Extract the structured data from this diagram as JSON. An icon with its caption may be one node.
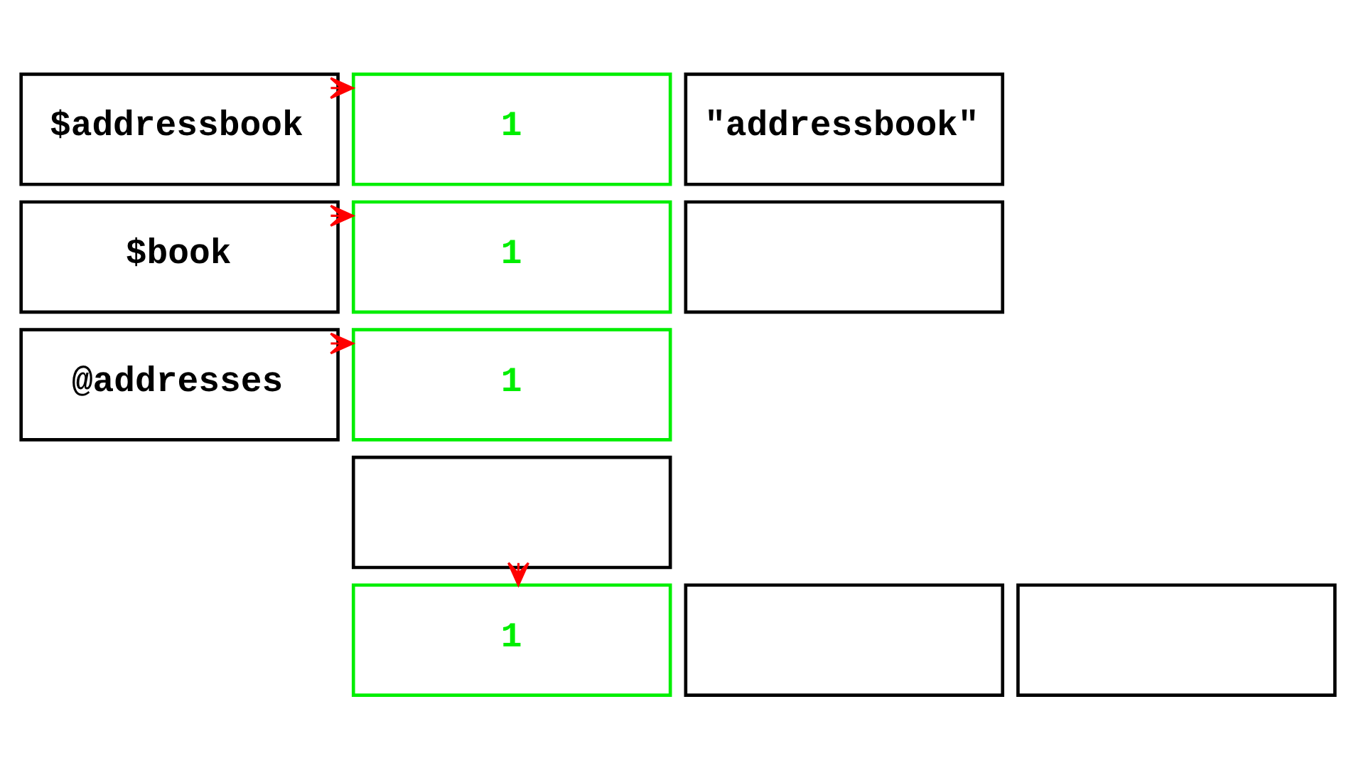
{
  "diagram": {
    "nodes": [
      {
        "text": [
          "$addressbook"
        ]
      },
      {
        "text": [
          "$book"
        ]
      },
      {
        "text": [
          "@addresses"
        ]
      },
      {
        "text": [
          "1"
        ]
      },
      {
        "text": [
          "\"addressbook\""
        ]
      },
      {
        "text": [
          "1"
        ]
      },
      {
        "text": [],
        "shape": "box"
      },
      {
        "text": [
          "1"
        ]
      },
      {
        "text": [],
        "shape": "box"
      },
      {
        "text": [
          "1"
        ]
      },
      {
        "text": [],
        "shape": "box"
      },
      {
        "text": [],
        "shape": "box"
      }
    ],
    "edges": [
      {
        "from": 0,
        "to": 3,
        "arrow": "to"
      },
      {
        "from": 1,
        "to": 5,
        "arrow": "to"
      },
      {
        "from": 2,
        "to": 7,
        "arrow": "to"
      },
      {
        "from": 8,
        "to": 9,
        "arrow": "to"
      }
    ]
  }
}
